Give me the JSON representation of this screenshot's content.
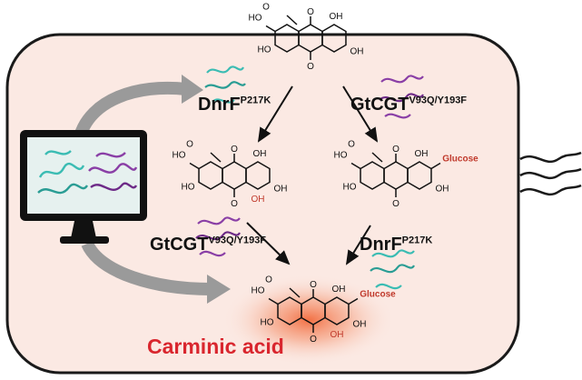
{
  "enzymes": {
    "dnrf_top": {
      "name": "DnrF",
      "mutation": "P217K"
    },
    "gtcgt_top": {
      "name": "GtCGT",
      "mutation": "V93Q/Y193F"
    },
    "gtcgt_bottom": {
      "name": "GtCGT",
      "mutation": "V93Q/Y193F"
    },
    "dnrf_bottom": {
      "name": "DnrF",
      "mutation": "P217K"
    }
  },
  "product": {
    "name": "Carminic acid"
  },
  "atoms": {
    "oh": "OH",
    "o": "O",
    "ho": "HO",
    "glucose": "Glucose"
  },
  "colors": {
    "cell_fill": "#fbe9e3",
    "cell_stroke": "#1a1a1a",
    "arrow_gray": "#9a9a9a",
    "highlight_red": "#c0392b",
    "product_red": "#d9262e",
    "protein_teal": "#3bbcb3",
    "protein_purple": "#8a3fa6",
    "monitor_screen": "#e6f1ef"
  },
  "icons": [
    "computer-monitor-icon",
    "protein-structure-icon"
  ]
}
